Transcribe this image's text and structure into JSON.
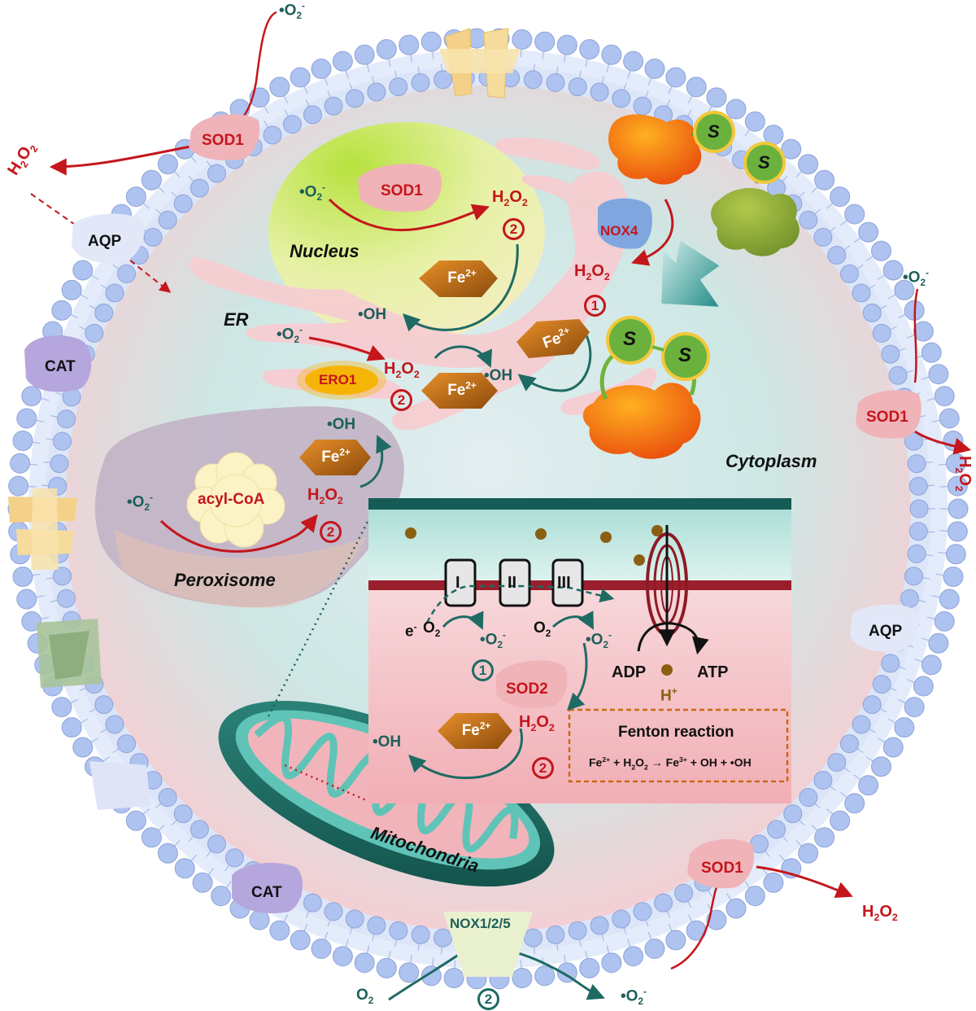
{
  "labels": {
    "o2_radical": "•O2-",
    "h2o2": "H2O2",
    "oh_radical": "•OH",
    "o2": "O2",
    "electron": "e-",
    "fe2": "Fe2+",
    "sod1": "SOD1",
    "sod2": "SOD2",
    "cat": "CAT",
    "aqp": "AQP",
    "nox4": "NOX4",
    "nox125": "NOX1/2/5",
    "ero1": "ERO1",
    "acyl_coa": "acyl-CoA",
    "s": "S",
    "adp": "ADP",
    "atp": "ATP",
    "h_plus": "H+",
    "complex_1": "I",
    "complex_2": "II",
    "complex_3": "III",
    "step_1": "①",
    "step_2": "②"
  },
  "compartments": {
    "nucleus": "Nucleus",
    "er": "ER",
    "cytoplasm": "Cytoplasm",
    "peroxisome": "Peroxisome",
    "mitochondria": "Mitochondria"
  },
  "fenton": {
    "title": "Fenton reaction",
    "equation": "Fe2+ + H2O2 → Fe3+ + OH + •OH"
  },
  "colors": {
    "red_arrow": "#c4161c",
    "teal_arrow": "#1e6b63",
    "membrane_head": "#aec3ef",
    "cytoplasm": "#c2e4e0",
    "nucleus": "#d9ef8c",
    "er": "#f6cfd2",
    "peroxisome": "#c9b7c4",
    "fe_hexagon": "#c86b12",
    "sod": "#f1b3b8",
    "inset_matrix": "#f4c1c6",
    "inset_ims": "#bfe6e0"
  }
}
